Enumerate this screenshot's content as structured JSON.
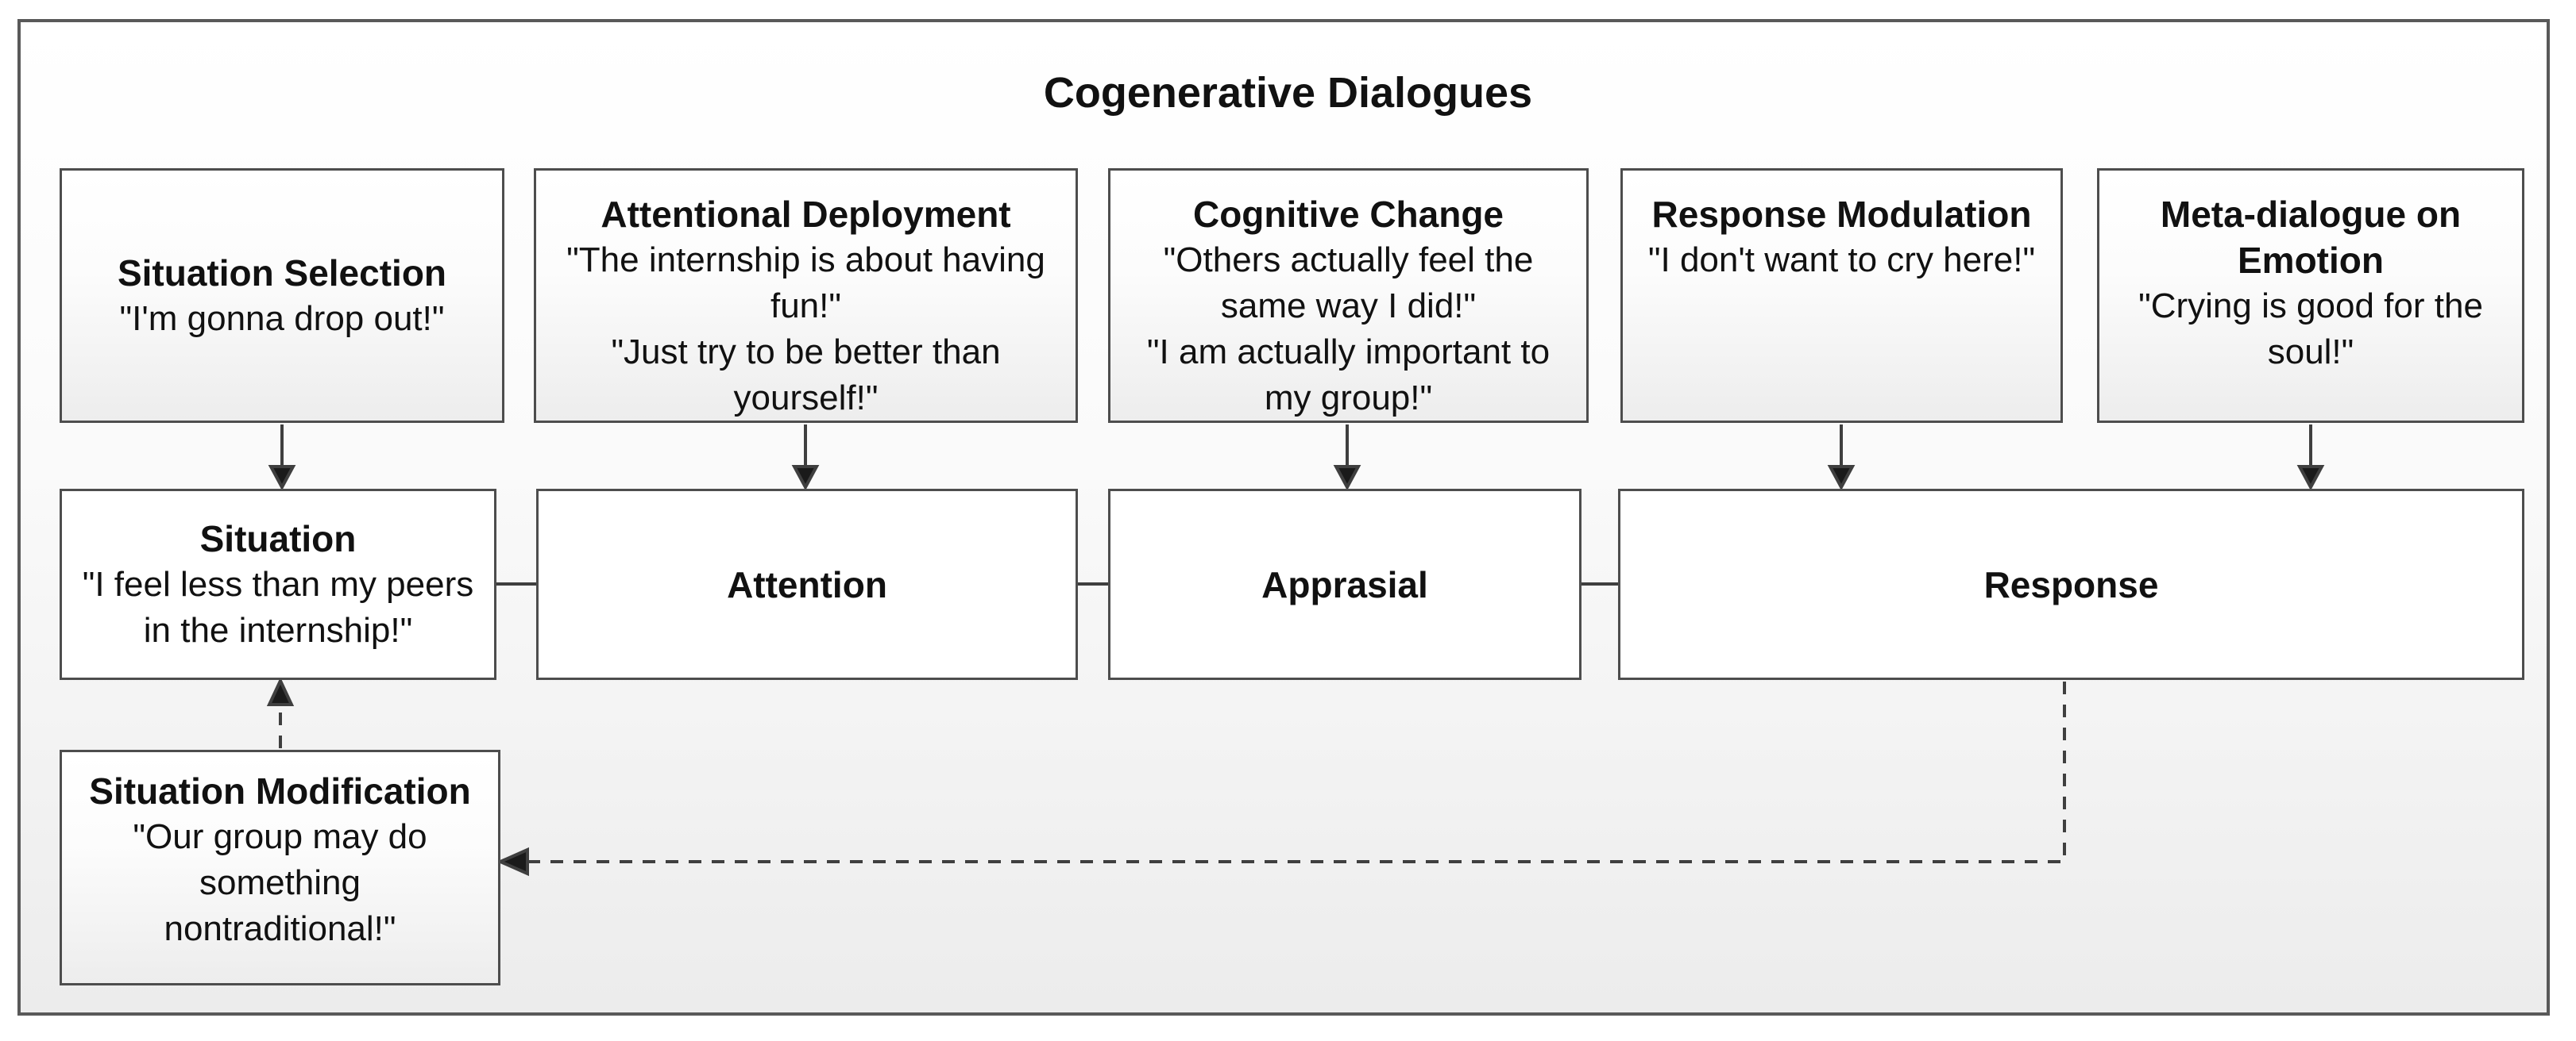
{
  "title": "Cogenerative Dialogues",
  "colors": {
    "frame_border": "#595959",
    "box_border": "#4d4d4d",
    "line": "#3f3f3f",
    "box_fill_top": "#ffffff",
    "box_fill_bottom": "#ededed",
    "canvas_gradient_bottom": "#ececec",
    "text": "#111111"
  },
  "top_row": [
    {
      "title": "Situation Selection",
      "quotes": [
        "\"I'm gonna drop out!\""
      ]
    },
    {
      "title": "Attentional Deployment",
      "quotes": [
        "\"The internship is about having fun!\"",
        "\"Just try to be better than yourself!\""
      ]
    },
    {
      "title": "Cognitive Change",
      "quotes": [
        "\"Others actually feel the same way I did!\"",
        "\"I am actually important to my group!\""
      ]
    },
    {
      "title": "Response Modulation",
      "quotes": [
        "\"I don't want to cry here!\""
      ]
    },
    {
      "title": "Meta-dialogue on Emotion",
      "quotes": [
        "\"Crying is good for the soul!\""
      ]
    }
  ],
  "middle_row": [
    {
      "title": "Situation",
      "quotes": [
        "\"I feel less than my peers in the internship!\""
      ]
    },
    {
      "title": "Attention",
      "quotes": []
    },
    {
      "title": "Apprasial",
      "quotes": []
    },
    {
      "title": "Response",
      "quotes": []
    }
  ],
  "bottom_row": [
    {
      "title": "Situation Modification",
      "quotes": [
        "\"Our group may do something nontraditional!\""
      ]
    }
  ],
  "edges": [
    {
      "from": "Situation Selection",
      "to": "Situation",
      "style": "solid-arrow-down"
    },
    {
      "from": "Attentional Deployment",
      "to": "Attention",
      "style": "solid-arrow-down"
    },
    {
      "from": "Cognitive Change",
      "to": "Apprasial",
      "style": "solid-arrow-down"
    },
    {
      "from": "Response Modulation",
      "to": "Response",
      "style": "solid-arrow-down"
    },
    {
      "from": "Meta-dialogue on Emotion",
      "to": "Response",
      "style": "solid-arrow-down"
    },
    {
      "from": "Situation",
      "to": "Attention",
      "style": "solid-line"
    },
    {
      "from": "Attention",
      "to": "Apprasial",
      "style": "solid-line"
    },
    {
      "from": "Apprasial",
      "to": "Response",
      "style": "solid-line"
    },
    {
      "from": "Situation Modification",
      "to": "Situation",
      "style": "dashed-arrow-up"
    },
    {
      "from": "Response",
      "to": "Situation Modification",
      "style": "dashed-arrow-elbow"
    }
  ]
}
